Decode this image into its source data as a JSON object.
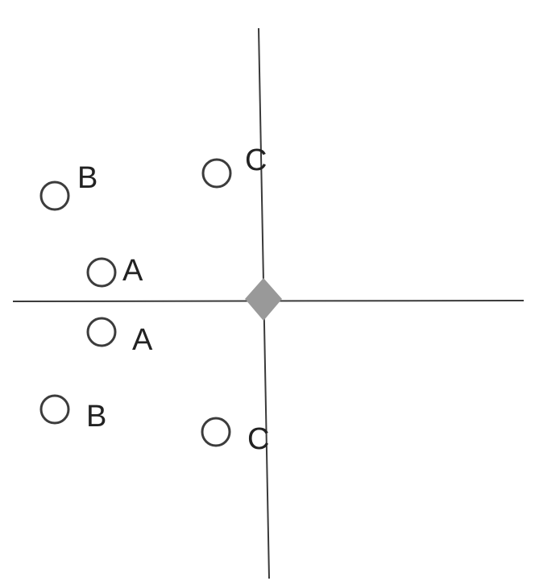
{
  "colors": {
    "line": "#3a3a3a",
    "circle_stroke": "#3c3c3c",
    "label": "#222222",
    "center_marker": "#999999",
    "background": "#ffffff"
  },
  "center_marker": {
    "icon": "diamond-icon"
  },
  "points": [
    {
      "id": "point-b-upper",
      "label": "B"
    },
    {
      "id": "point-c-upper",
      "label": "C"
    },
    {
      "id": "point-a-upper",
      "label": "A"
    },
    {
      "id": "point-a-lower",
      "label": "A"
    },
    {
      "id": "point-b-lower",
      "label": "B"
    },
    {
      "id": "point-c-lower",
      "label": "C"
    }
  ]
}
